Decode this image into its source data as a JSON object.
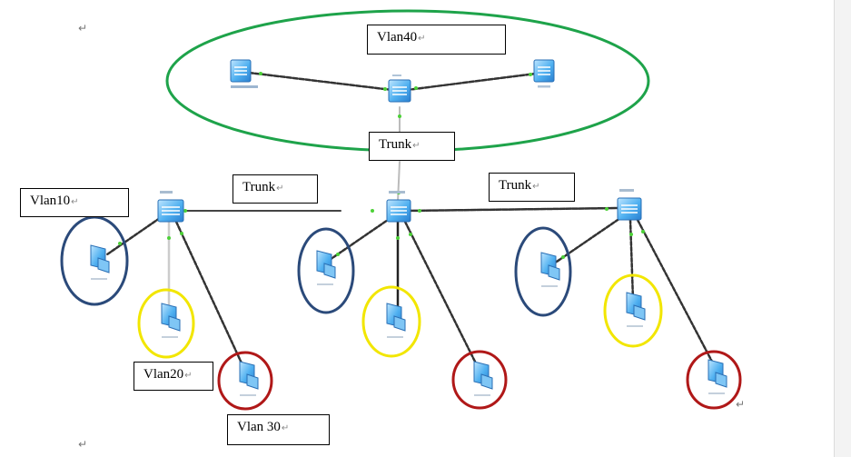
{
  "labels": {
    "vlan40": "Vlan40",
    "trunk_top": "Trunk",
    "trunk_left": "Trunk",
    "trunk_right": "Trunk",
    "vlan10": "Vlan10",
    "vlan20": "Vlan20",
    "vlan30": "Vlan 30"
  },
  "return_mark": "↵",
  "colors": {
    "vlan40_ellipse": "#1ea34a",
    "vlan10_circle": "#2b4a7a",
    "vlan20_circle": "#f2e600",
    "vlan30_circle": "#b01818",
    "device": "#3d9ee6",
    "link_port": "#4cd137"
  },
  "icons": {
    "switch": "switch-icon",
    "pc": "pc-icon"
  }
}
